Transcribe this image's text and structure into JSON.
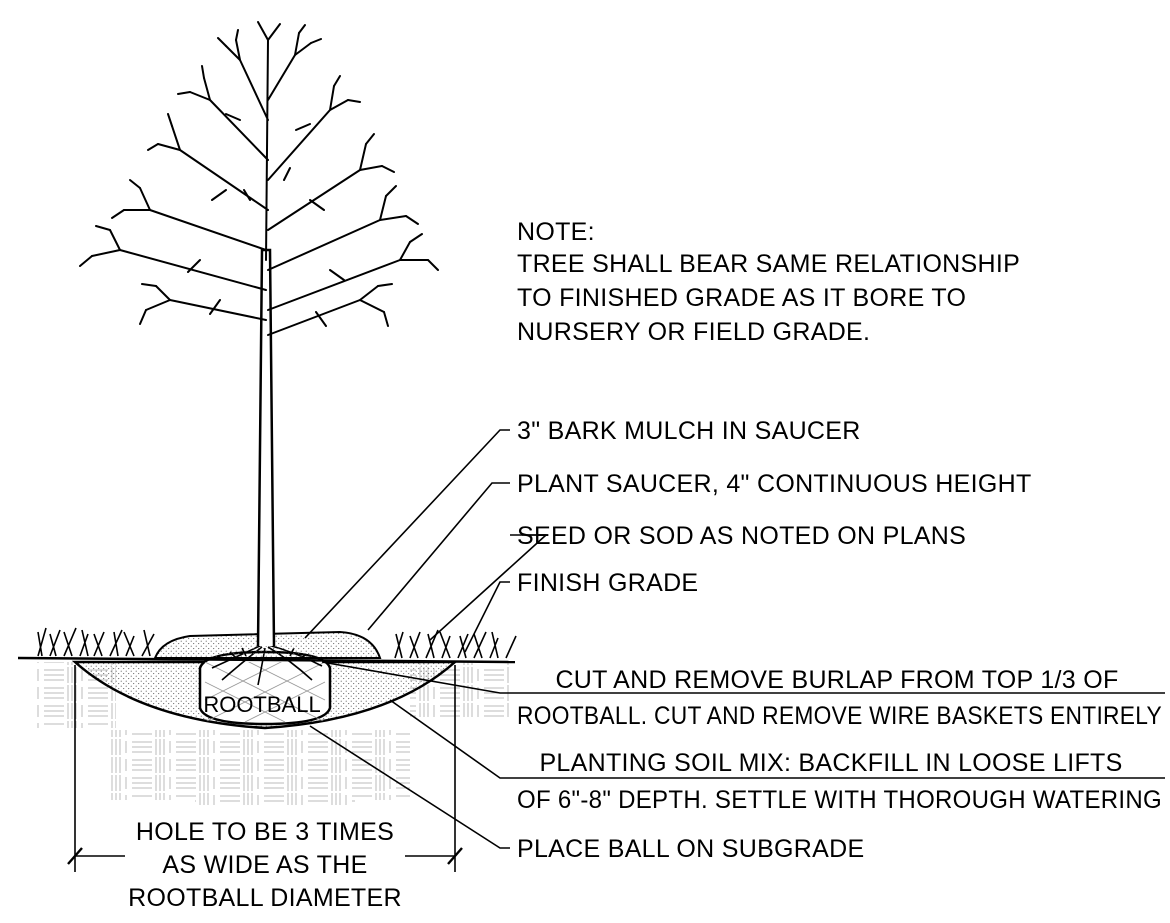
{
  "note": {
    "heading": "NOTE:",
    "lines": [
      "TREE SHALL BEAR SAME RELATIONSHIP",
      "TO FINISHED GRADE AS IT BORE TO",
      "NURSERY OR FIELD GRADE."
    ]
  },
  "callouts": {
    "mulch": "3\" BARK MULCH IN SAUCER",
    "saucer": "PLANT SAUCER, 4\" CONTINUOUS HEIGHT",
    "seed": "SEED OR SOD AS NOTED ON PLANS",
    "finish_grade": "FINISH GRADE",
    "burlap_line1": "CUT AND REMOVE BURLAP FROM TOP 1/3 OF",
    "burlap_line2": "ROOTBALL. CUT AND REMOVE WIRE BASKETS ENTIRELY",
    "soil_line1": "PLANTING SOIL MIX: BACKFILL IN LOOSE LIFTS",
    "soil_line2": "OF 6\"-8\" DEPTH. SETTLE WITH THOROUGH WATERING",
    "subgrade": "PLACE BALL ON SUBGRADE"
  },
  "rootball_label": "ROOTBALL",
  "hole_note": [
    "HOLE TO BE 3 TIMES",
    "AS WIDE AS THE",
    "ROOTBALL DIAMETER"
  ]
}
